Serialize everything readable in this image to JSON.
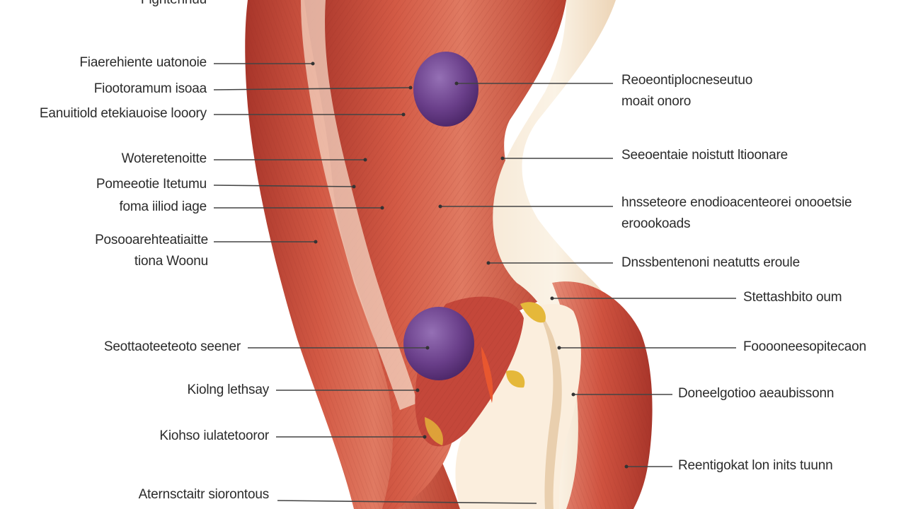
{
  "colors": {
    "background": "#ffffff",
    "muscle": "#c8493a",
    "muscle_dark": "#a8352a",
    "muscle_light": "#e58d78",
    "tendon": "#f3e2cc",
    "node": "#6a3f8a",
    "leader": "#444444",
    "text": "#2b2b2b"
  },
  "labels_left": [
    {
      "lines": [
        "Fightenhuu"
      ]
    },
    {
      "lines": [
        "Fiaerehiente uatonoie"
      ]
    },
    {
      "lines": [
        "Fiootoramum isoaa"
      ]
    },
    {
      "lines": [
        "Eanuitiold etekiauoise looory"
      ]
    },
    {
      "lines": [
        "Woteretenoitte"
      ]
    },
    {
      "lines": [
        "Pomeeotie Itetumu"
      ]
    },
    {
      "lines": [
        "foma iiliod iage"
      ]
    },
    {
      "lines": [
        "Posooarehteatiaitte",
        "tiona Woonu"
      ]
    },
    {
      "lines": [
        "Seottaoteeteoto seener"
      ]
    },
    {
      "lines": [
        "Kiolng lethsay"
      ]
    },
    {
      "lines": [
        "Kiohso iulatetooror"
      ]
    },
    {
      "lines": [
        "Aternsctaitr siorontous"
      ]
    }
  ],
  "labels_right": [
    {
      "lines": [
        "Reoeontiplocneseutuo",
        "moait onoro"
      ]
    },
    {
      "lines": [
        "Seeoentaie noistutt ltioonare"
      ]
    },
    {
      "lines": [
        "hnsseteore enodioacenteorei onooetsie",
        "eroookoads"
      ]
    },
    {
      "lines": [
        "Dnssbentenoni neatutts eroule"
      ]
    },
    {
      "lines": [
        "Stettashbito oum"
      ]
    },
    {
      "lines": [
        "Fooooneesopitecaon"
      ]
    },
    {
      "lines": [
        "Doneelgotioo aeaubissonn"
      ]
    },
    {
      "lines": [
        "Reentigokat lon inits tuunn"
      ]
    }
  ]
}
